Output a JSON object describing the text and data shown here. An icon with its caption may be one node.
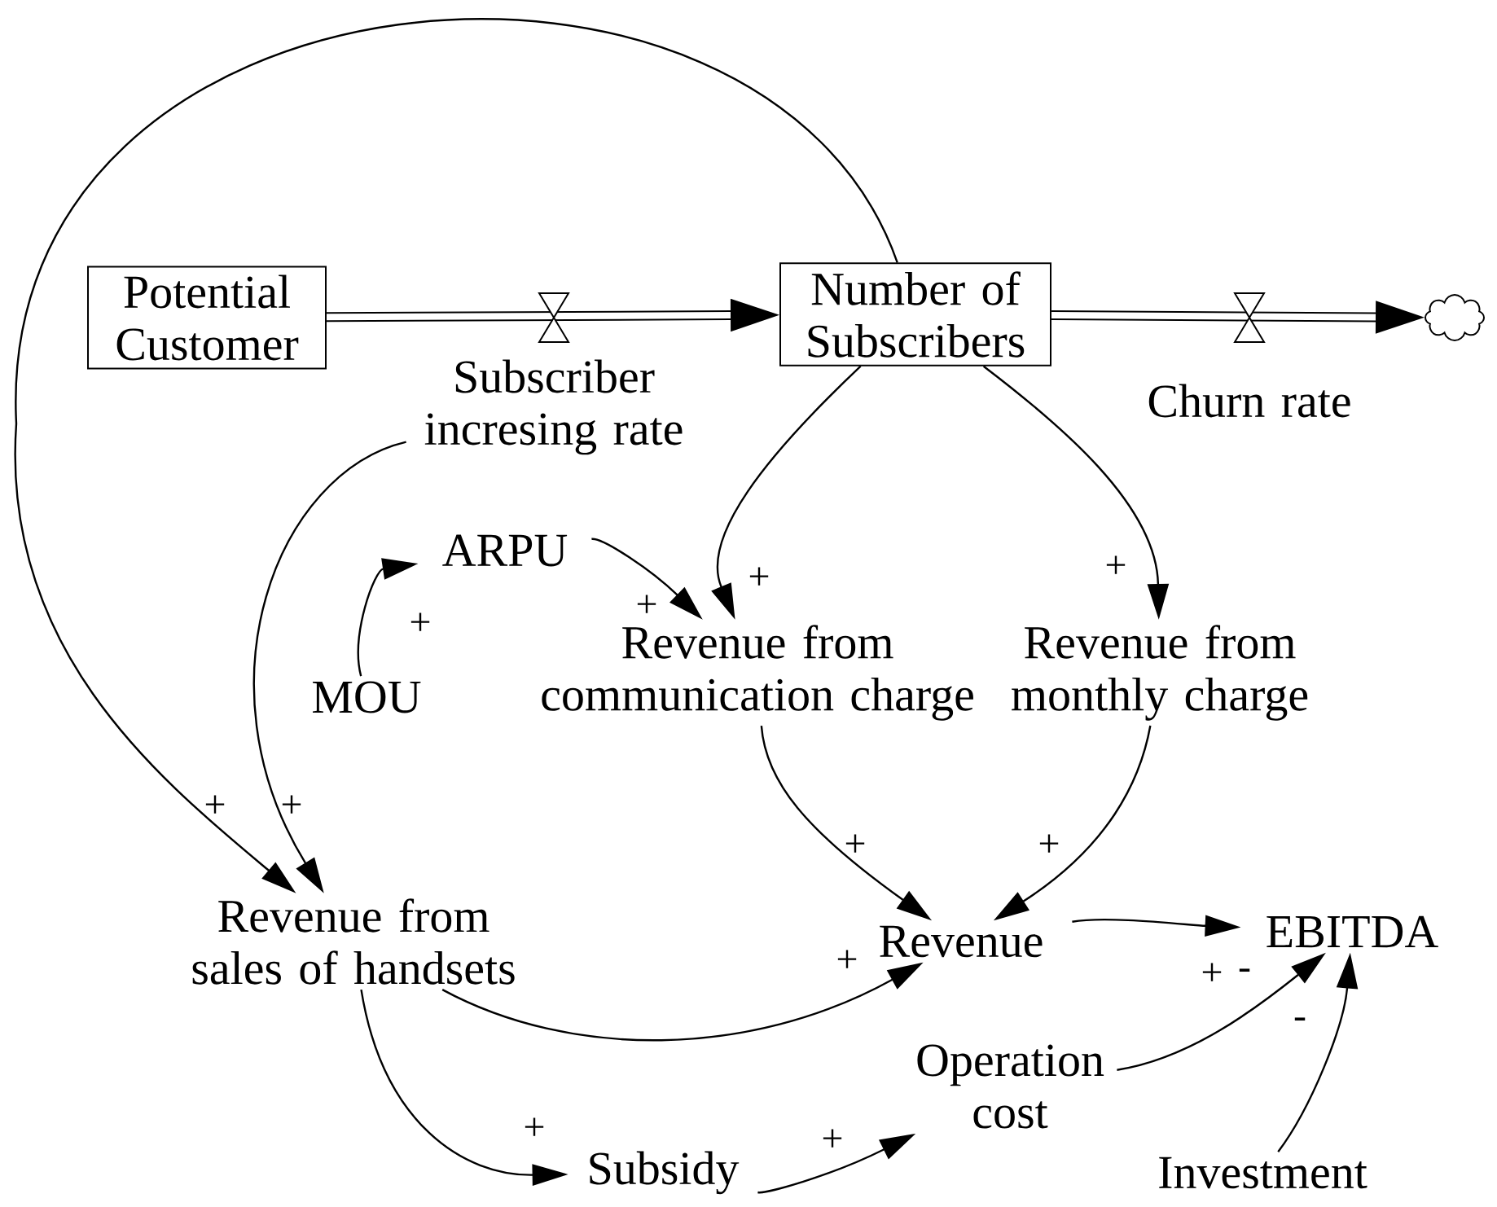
{
  "diagram": {
    "nodes": [
      {
        "text": [
          "Potential Customer"
        ]
      },
      {
        "text": [
          "Number of Subscribers"
        ]
      },
      {
        "text": [],
        "shape": "cloud"
      },
      {
        "text": [
          "Subscriber incresing rate"
        ]
      },
      {
        "text": [
          "Churn rate"
        ]
      },
      {
        "text": [
          "ARPU"
        ]
      },
      {
        "text": [
          "MOU"
        ]
      },
      {
        "text": [
          "Revenue from communication charge"
        ]
      },
      {
        "text": [
          "Revenue from monthly charge"
        ]
      },
      {
        "text": [
          "Revenue from sales of handsets"
        ]
      },
      {
        "text": [
          "Revenue"
        ]
      },
      {
        "text": [
          "EBITDA"
        ]
      },
      {
        "text": [
          "Operation cost"
        ]
      },
      {
        "text": [
          "Subsidy"
        ]
      },
      {
        "text": [
          "Investment"
        ]
      }
    ],
    "edges": [
      {
        "from": 0,
        "to": 1,
        "arrow": "to",
        "style": "thick"
      },
      {
        "from": 1,
        "to": 2,
        "arrow": "to",
        "style": "thick"
      },
      {
        "from": 1,
        "to": 9,
        "arrow": "to",
        "label": "+"
      },
      {
        "from": 3,
        "to": 9,
        "arrow": "to",
        "label": "+"
      },
      {
        "from": 1,
        "to": 7,
        "arrow": "to",
        "label": "+"
      },
      {
        "from": 5,
        "to": 7,
        "arrow": "to",
        "label": "+"
      },
      {
        "from": 6,
        "to": 5,
        "arrow": "to",
        "label": "+"
      },
      {
        "from": 1,
        "to": 8,
        "arrow": "to",
        "label": "+"
      },
      {
        "from": 7,
        "to": 10,
        "arrow": "to",
        "label": "+"
      },
      {
        "from": 8,
        "to": 10,
        "arrow": "to",
        "label": "+"
      },
      {
        "from": 9,
        "to": 10,
        "arrow": "to",
        "label": "+"
      },
      {
        "from": 10,
        "to": 11,
        "arrow": "to",
        "label": "+"
      },
      {
        "from": 12,
        "to": 11,
        "arrow": "to",
        "label": "-"
      },
      {
        "from": 13,
        "to": 12,
        "arrow": "to",
        "label": "+"
      },
      {
        "from": 14,
        "to": 11,
        "arrow": "to",
        "label": "-"
      },
      {
        "from": 9,
        "to": 13,
        "arrow": "to",
        "label": "+"
      }
    ]
  }
}
